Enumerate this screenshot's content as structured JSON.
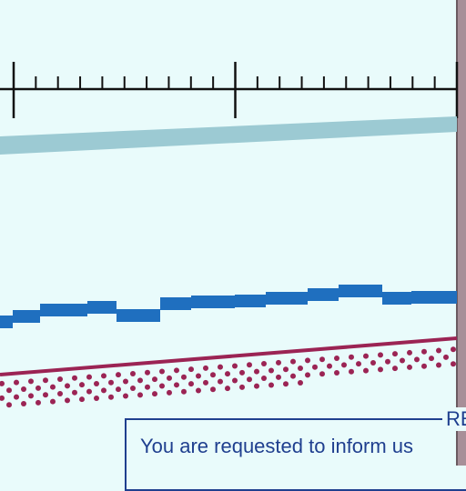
{
  "document": {
    "colors": {
      "background": "#e9fbfb",
      "ruler": "#111111",
      "light_band": "#9ccad3",
      "blue_band": "#1f6fbf",
      "maroon_line": "#9b2454",
      "edge_strip": "#a78f98",
      "form_text": "#1f3f8f"
    },
    "ruler": {
      "major_ticks": 3,
      "minor_ticks_between_majors": 9
    },
    "form": {
      "title_fragment": "RE",
      "text_fragment": "You are requested to inform us"
    }
  }
}
